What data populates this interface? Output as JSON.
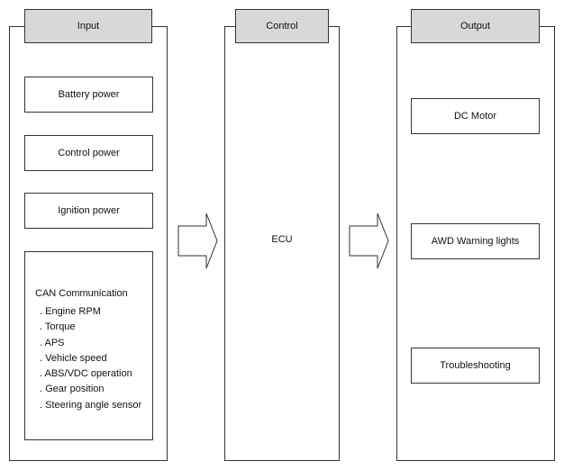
{
  "input": {
    "header": "Input",
    "boxes": [
      "Battery power",
      "Control power",
      "Ignition power"
    ],
    "can": {
      "title": "CAN Communication",
      "items": [
        ". Engine RPM",
        ". Torque",
        ". APS",
        ". Vehicle speed",
        ". ABS/VDC operation",
        ". Gear position",
        ". Steering angle sensor"
      ]
    }
  },
  "control": {
    "header": "Control",
    "label": "ECU"
  },
  "output": {
    "header": "Output",
    "boxes": [
      "DC Motor",
      "AWD Warning lights",
      "Troubleshooting"
    ]
  },
  "colors": {
    "header_fill": "#d8d8d8",
    "border": "#333333",
    "background": "#ffffff"
  }
}
